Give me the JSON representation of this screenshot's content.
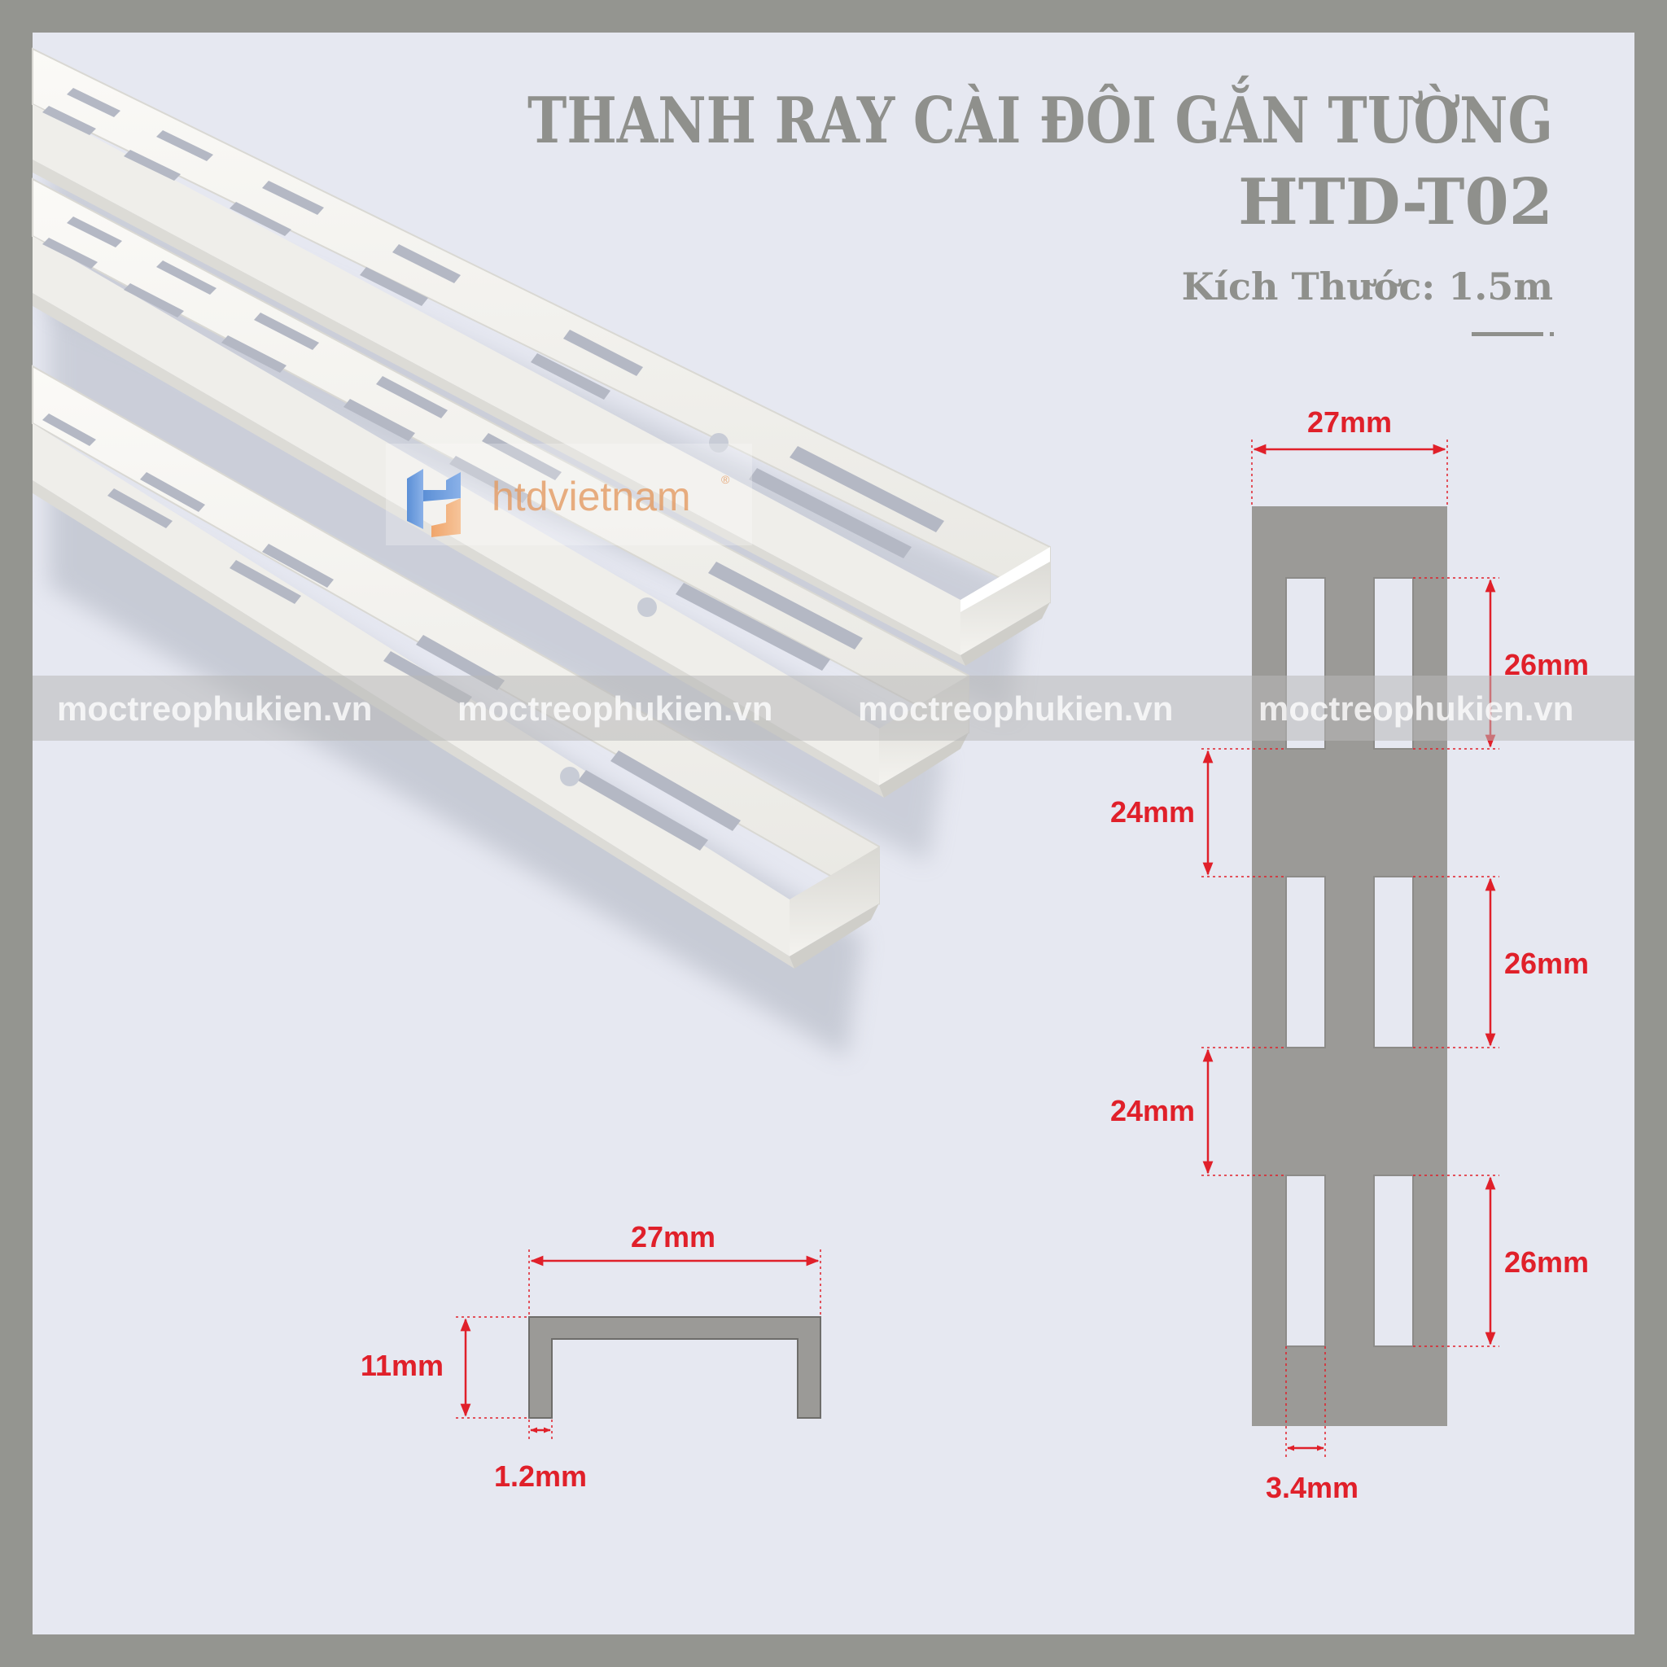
{
  "title": {
    "line1": "THANH RAY CÀI ĐÔI GẮN TƯỜNG",
    "line2": "HTD-T02",
    "size_label": "Kích Thước: 1.5m"
  },
  "logo": {
    "text": "htdvietnam",
    "mark": "®"
  },
  "watermark": {
    "items": [
      "moctreophukien.vn",
      "moctreophukien.vn",
      "moctreophukien.vn",
      "moctreophukien.vn"
    ]
  },
  "front_view": {
    "width": "27mm",
    "slot_height_1": "26mm",
    "gap_1": "24mm",
    "slot_height_2": "26mm",
    "gap_2": "24mm",
    "slot_height_3": "26mm",
    "slot_width": "3.4mm"
  },
  "profile_view": {
    "width": "27mm",
    "height": "11mm",
    "thickness": "1.2mm"
  },
  "colors": {
    "frame": "#949590",
    "background": "#e6e8f1",
    "diagram_fill": "#9b9a97",
    "dimension": "#e0202a",
    "title": "#8f908c",
    "rail": "#f3f2ee",
    "watermark_band": "#bdbdbd"
  }
}
